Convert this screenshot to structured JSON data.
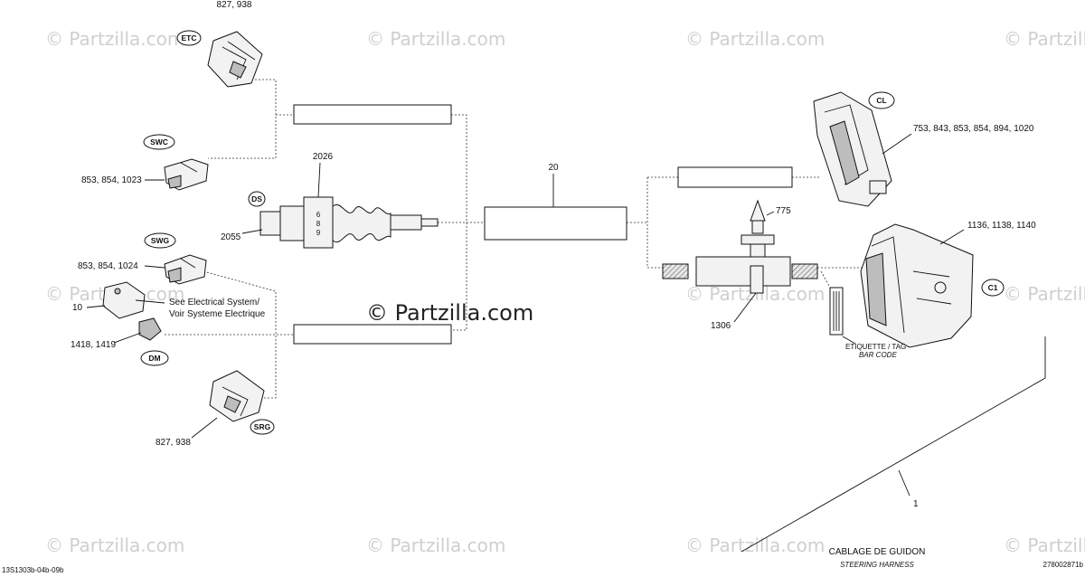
{
  "watermarks": {
    "text": "© Partzilla.com",
    "center_text": "© Partzilla.com"
  },
  "tags": {
    "etc": "ETC",
    "swc": "SWC",
    "ds": "DS",
    "swg": "SWG",
    "dm": "DM",
    "srg": "SRG",
    "cl": "CL",
    "c1": "C1"
  },
  "callouts": {
    "etc_parts": "827, 938",
    "swc_parts": "853, 854, 1023",
    "ds_part": "2026",
    "ds_body": "2055",
    "ds_numbers": [
      "6",
      "8",
      "9"
    ],
    "swg_parts": "853, 854, 1024",
    "dm_part_a": "10",
    "dm_part_b": "1418, 1419",
    "srg_parts": "827, 938",
    "center_part": "20",
    "cl_parts": "753, 843, 853, 854, 894, 1020",
    "c1_parts": "1136, 1138, 1140",
    "fuse_part": "775",
    "fuse_holder": "1306",
    "harness_part": "1"
  },
  "notes": {
    "see_electrical_line1": "See Electrical System/",
    "see_electrical_line2": "Voir Systeme Electrique",
    "label_tag_line1": "ETIQUETTE / TAG",
    "label_tag_line2": "BAR CODE"
  },
  "title": {
    "fr": "CABLAGE DE GUIDON",
    "en": "STEERING HARNESS"
  },
  "footer": {
    "left_code": "13S1303b-04b-09b",
    "right_code": "278002871b"
  }
}
